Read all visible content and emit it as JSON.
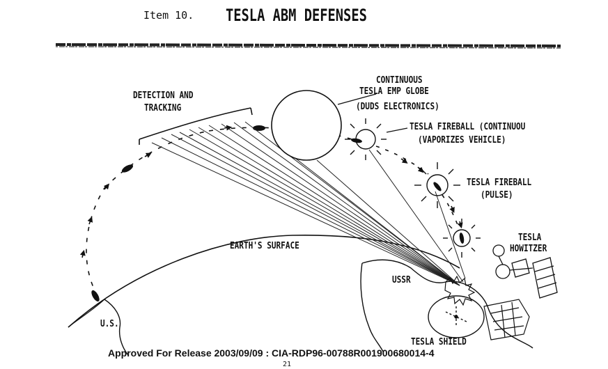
{
  "header": {
    "item_label": "Item 10.",
    "title": "TESLA ABM DEFENSES"
  },
  "labels": {
    "detection": "DETECTION AND",
    "tracking": "TRACKING",
    "emp_line1": "CONTINUOUS",
    "emp_line2": "TESLA EMP GLOBE",
    "emp_line3": "(DUDS ELECTRONICS)",
    "fireball_cont_line1": "TESLA FIREBALL (CONTINUOU",
    "fireball_cont_line2": "(VAPORIZES VEHICLE)",
    "fireball_pulse_line1": "TESLA FIREBALL",
    "fireball_pulse_line2": "(PULSE)",
    "howitzer_line1": "TESLA",
    "howitzer_line2": "HOWITZER",
    "earth_surface": "EARTH'S SURFACE",
    "ussr": "USSR",
    "us": "U.S.",
    "shield": "TESLA SHIELD"
  },
  "footer": {
    "release": "Approved For Release 2003/09/09 : CIA-RDP96-00788R001900680014-4",
    "page_number": "21"
  },
  "colors": {
    "ink": "#111111",
    "paper": "#ffffff"
  }
}
